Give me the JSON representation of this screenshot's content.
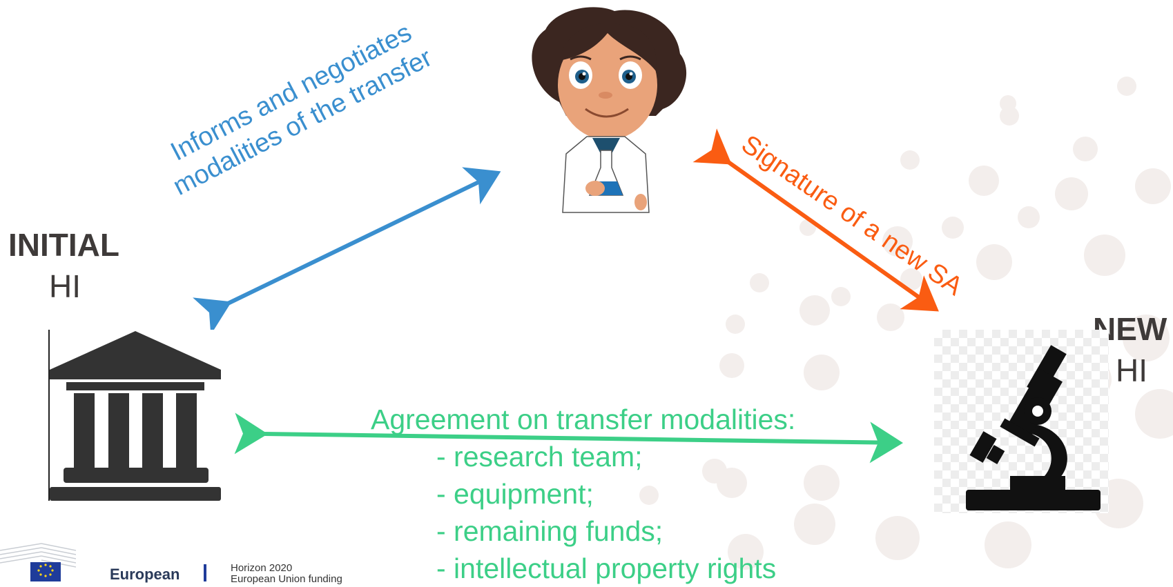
{
  "initial_hi": {
    "bold": "INITIAL",
    "regular": "HI"
  },
  "new_hi": {
    "bold": "NEW",
    "regular": "HI"
  },
  "blue_label": {
    "line1": "Informs and negotiates",
    "line2": "modalities of the transfer"
  },
  "orange_label": "Signature of a new SA",
  "agreement": {
    "heading": "Agreement on transfer modalities:",
    "items": [
      "- research team;",
      "- equipment;",
      "- remaining funds;",
      "- intellectual property rights"
    ]
  },
  "footer": {
    "eu_word": "European",
    "program_line1": "Horizon 2020",
    "program_line2": "European Union funding"
  },
  "colors": {
    "blue": "#3a8fcf",
    "orange": "#fa5c12",
    "green": "#3ccf87",
    "dark": "#3e3a39"
  },
  "icons": [
    "bank-building-icon",
    "microscope-icon",
    "scientist-woman-illustration",
    "eu-flag-icon"
  ]
}
